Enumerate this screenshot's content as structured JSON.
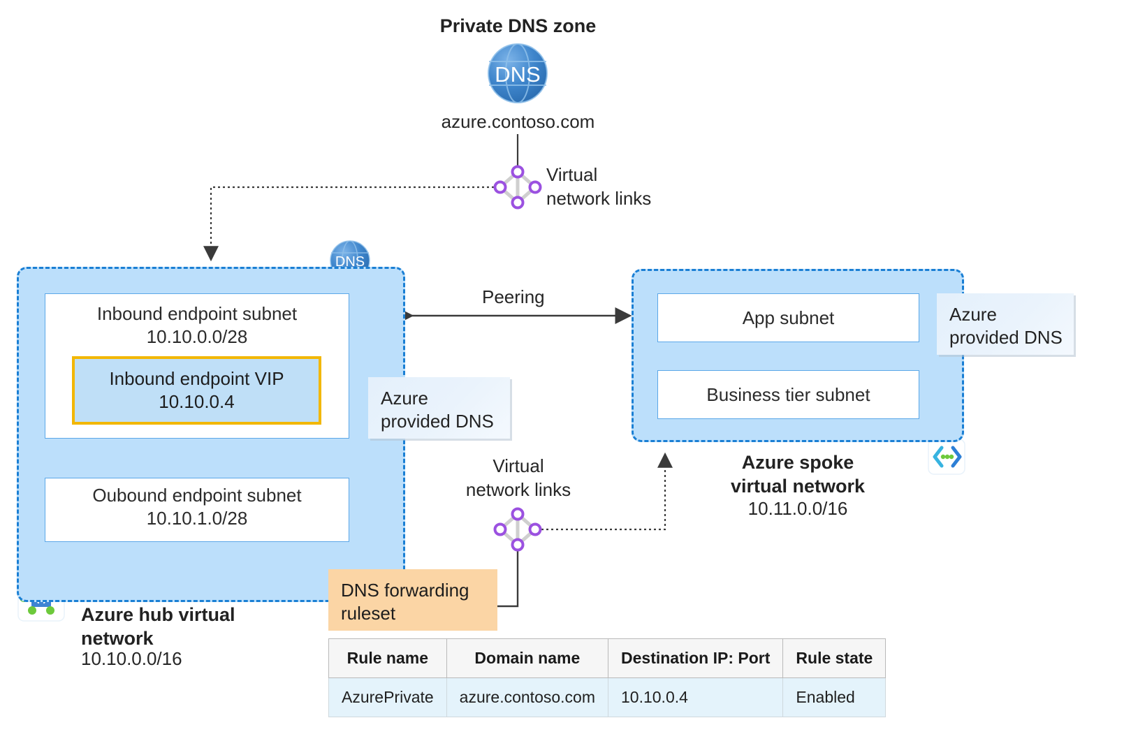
{
  "diagram": {
    "title": "Private DNS zone",
    "private_dns_zone": {
      "icon": "dns-globe-icon",
      "icon_label": "DNS",
      "zone_name": "azure.contoso.com"
    },
    "links_top": {
      "icon": "virtual-network-links-icon",
      "label_line1": "Virtual",
      "label_line2": "network links"
    },
    "links_bottom": {
      "icon": "virtual-network-links-icon",
      "label_line1": "Virtual",
      "label_line2": "network links"
    },
    "peering_label": "Peering",
    "hub": {
      "name_line1": "Azure hub virtual",
      "name_line2": "network",
      "address_space": "10.10.0.0/16",
      "dns_badge": "DNS",
      "subnets": [
        {
          "name": "Inbound endpoint subnet",
          "cidr": "10.10.0.0/28",
          "icon": "subnet-icon",
          "vip": {
            "name": "Inbound endpoint VIP",
            "ip": "10.10.0.4"
          }
        },
        {
          "name": "Oubound endpoint subnet",
          "cidr": "10.10.1.0/28",
          "icon": "subnet-icon"
        }
      ],
      "icon": "virtual-network-icon"
    },
    "spoke": {
      "name_line1": "Azure spoke",
      "name_line2": "virtual network",
      "address_space": "10.11.0.0/16",
      "subnets": [
        {
          "name": "App subnet",
          "icon": "subnet-icon"
        },
        {
          "name": "Business tier subnet",
          "icon": "subnet-icon"
        }
      ],
      "icon": "virtual-network-icon"
    },
    "callouts": {
      "hub_dns_line1": "Azure",
      "hub_dns_line2": "provided DNS",
      "spoke_dns_line1": "Azure",
      "spoke_dns_line2": "provided DNS",
      "ruleset_line1": "DNS forwarding",
      "ruleset_line2": "ruleset",
      "ruleset_icon": "document-list-icon"
    },
    "ruleset_table": {
      "columns": [
        "Rule name",
        "Domain name",
        "Destination IP: Port",
        "Rule state"
      ],
      "rows": [
        [
          "AzurePrivate",
          "azure.contoso.com",
          "10.10.0.4",
          "Enabled"
        ]
      ]
    },
    "colors": {
      "vnet_fill": "#bcdffb",
      "vnet_border": "#1a7fd4",
      "subnet_border": "#5ba7e8",
      "vip_border": "#f2b705",
      "links_node": "#9b51e0",
      "callout_orange": "#fbd5a5",
      "callout_blue": "#e8f2fc",
      "dns_globe": "#2f78c4"
    }
  }
}
